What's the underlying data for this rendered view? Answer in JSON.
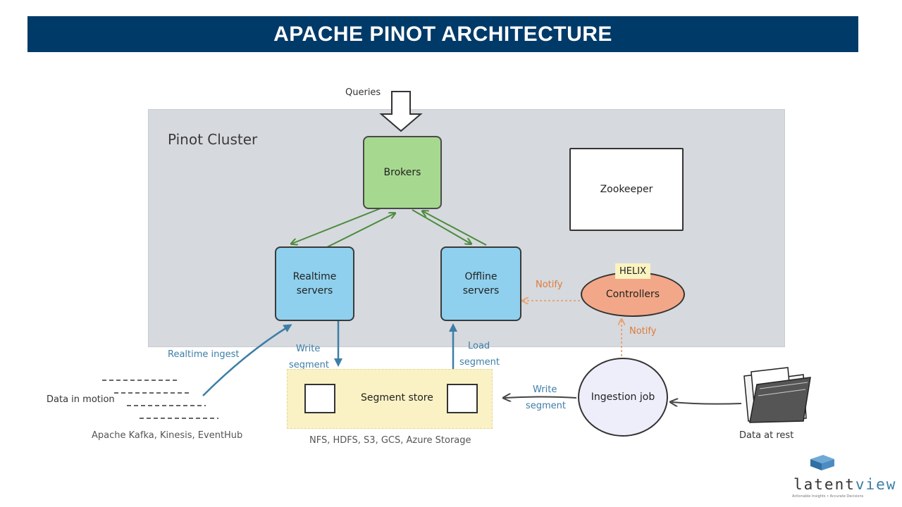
{
  "header": {
    "title": "APACHE PINOT ARCHITECTURE"
  },
  "cluster": {
    "title": "Pinot Cluster"
  },
  "nodes": {
    "queries": "Queries",
    "brokers": "Brokers",
    "zookeeper": "Zookeeper",
    "realtime_line1": "Realtime",
    "realtime_line2": "servers",
    "offline_line1": "Offline",
    "offline_line2": "servers",
    "helix": "HELIX",
    "controllers": "Controllers",
    "segment_store": "Segment store",
    "ingestion_job": "Ingestion job"
  },
  "edge_labels": {
    "notify_controllers": "Notify",
    "notify_ingest": "Notify",
    "realtime_ingest": "Realtime ingest",
    "write_segment_1": "Write",
    "write_segment_1b": "segment",
    "load_segment_1": "Load",
    "load_segment_1b": "segment",
    "write_segment_2": "Write",
    "write_segment_2b": "segment"
  },
  "sources": {
    "data_in_motion": "Data in motion",
    "streams": "Apache Kafka, Kinesis, EventHub",
    "storage": "NFS, HDFS, S3, GCS, Azure Storage",
    "data_at_rest": "Data at rest"
  },
  "logo": {
    "brand_a": "latent",
    "brand_b": "view",
    "tagline": "Actionable Insights • Accurate Decisions"
  },
  "colors": {
    "header_bg": "#003a68",
    "cluster_bg": "#d6d9de",
    "brokers": "#a6d98f",
    "servers": "#8fd0ee",
    "controllers": "#f2a888",
    "segment_store": "#faf2c4",
    "blue_arrow": "#3d7ea6",
    "green_arrow": "#4b8b3b",
    "orange_arrow": "#e9a16e"
  }
}
